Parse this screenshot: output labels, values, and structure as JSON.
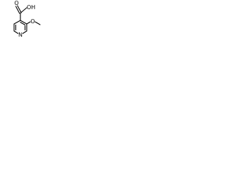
{
  "molecule": {
    "atoms": {
      "carboxyl_oxygen": "O",
      "hydroxyl_oxygen": "OH",
      "methoxy_oxygen": "O",
      "ring_nitrogen": "N"
    },
    "bond_color": "#000000",
    "label_color": "#000000"
  }
}
